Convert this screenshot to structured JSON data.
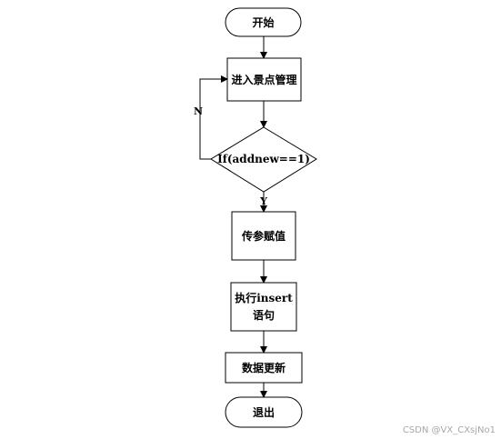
{
  "diagram": {
    "nodes": {
      "start": "开始",
      "enter_management": "进入景点管理",
      "decision": "If(addnew==1)",
      "pass_params": "传参赋值",
      "exec_insert_line1": "执行insert",
      "exec_insert_line2": "语句",
      "update_data": "数据更新",
      "exit": "退出"
    },
    "edges": {
      "no_label": "N",
      "yes_label": "Y"
    }
  },
  "watermark": "CSDN @VX_CXsjNo1"
}
